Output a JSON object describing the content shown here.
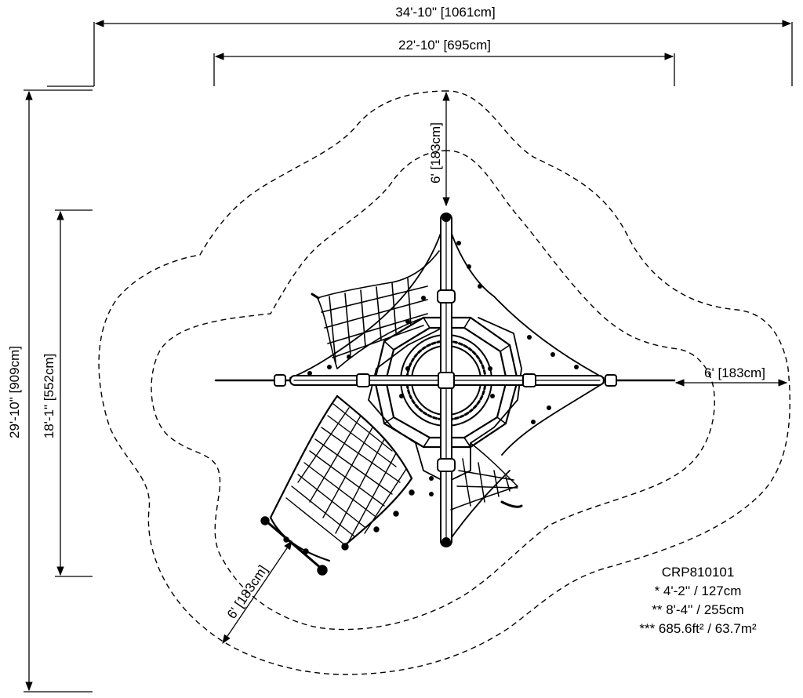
{
  "dimensions": {
    "overall_width": "34'-10\" [1061cm]",
    "equipment_width": "22'-10\" [695cm]",
    "overall_length": "29'-10\" [909cm]",
    "equipment_length": "18'-1\" [552cm]",
    "clearance_top": "6' [183cm]",
    "clearance_right": "6' [183cm]",
    "clearance_lower_left": "6' [183cm]"
  },
  "specs": {
    "model": "CRP810101",
    "height": "* 4'-2'' / 127cm",
    "fall_height": "** 8'-4'' / 255cm",
    "use_zone_area": "*** 685.6ft² / 63.7m²"
  }
}
